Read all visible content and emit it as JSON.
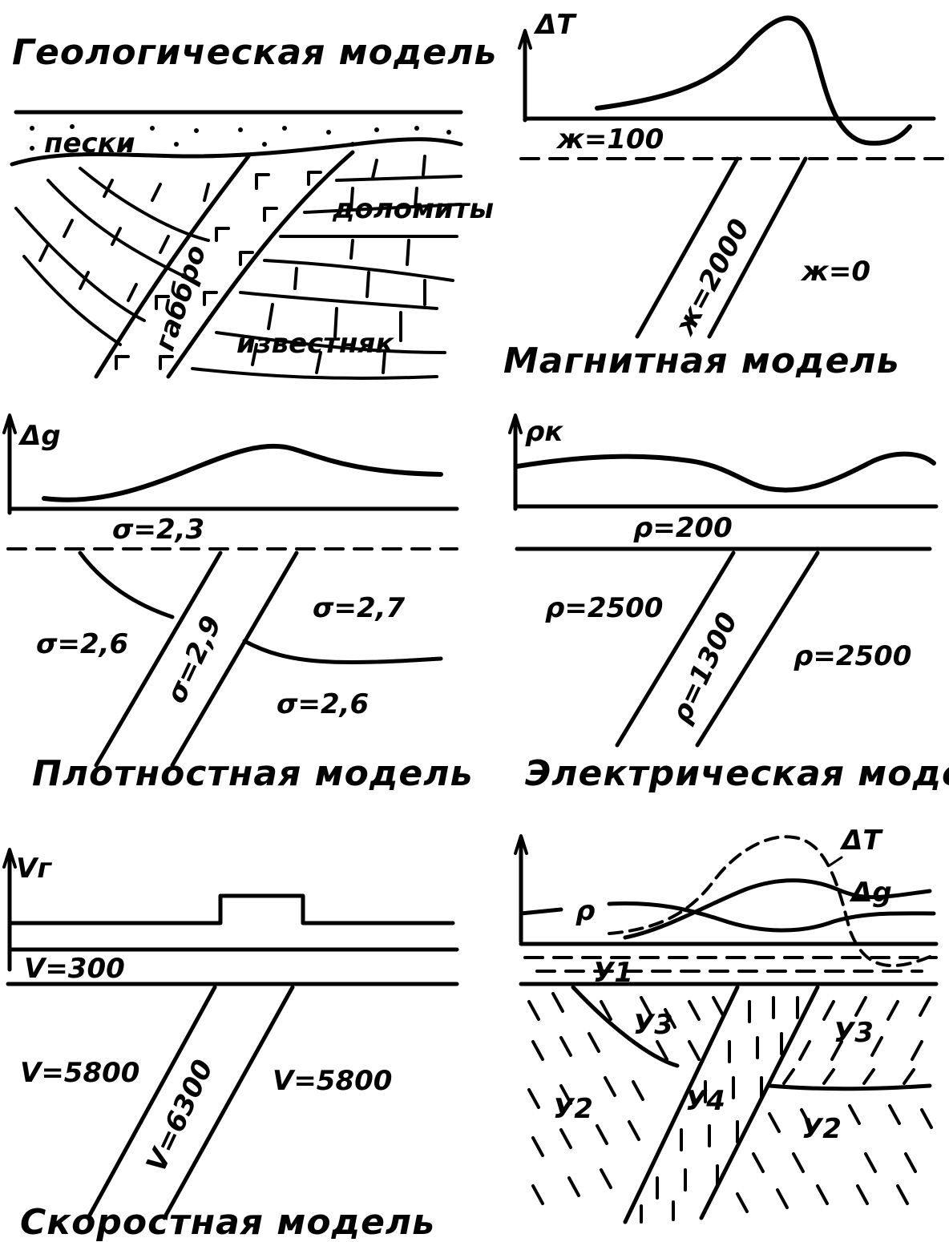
{
  "panels": {
    "geological": {
      "caption": "Геологическая модель",
      "rocks": [
        "пески",
        "доломиты",
        "габбро",
        "известняк"
      ]
    },
    "magnetic": {
      "axis_label": "ΔT",
      "caption": "Магнитная модель",
      "values": [
        "ж=100",
        "ж=2000",
        "ж=0"
      ]
    },
    "density": {
      "axis_label": "Δg",
      "caption": "Плотностная модель",
      "values": [
        "σ=2,3",
        "σ=2,6",
        "σ=2,9",
        "σ=2,7",
        "σ=2,6"
      ]
    },
    "electric": {
      "axis_label": "ρк",
      "caption": "Электрическая модель",
      "values": [
        "ρ=200",
        "ρ=2500",
        "ρ=1300",
        "ρ=2500"
      ]
    },
    "velocity": {
      "axis_label": "Vг",
      "caption": "Скоростная модель",
      "values": [
        "V=300",
        "V=5800",
        "V=6300",
        "V=5800"
      ]
    },
    "complex": {
      "curve_labels": [
        "ΔT",
        "Δg",
        "ρ"
      ],
      "unit_labels": [
        "У1",
        "У3",
        "У2",
        "У4",
        "У3",
        "У2"
      ]
    }
  },
  "colors": {
    "ink": "#000000",
    "paper": "#ffffff"
  }
}
